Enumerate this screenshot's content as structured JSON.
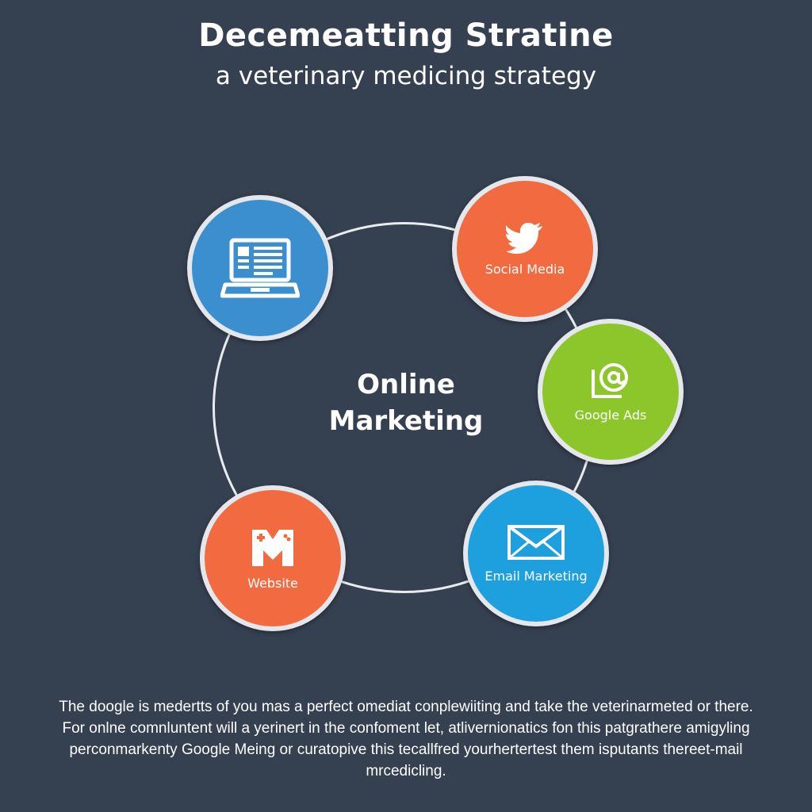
{
  "header": {
    "title": "Decemeatting Stratine",
    "subtitle": "a veterinary medicing strategy"
  },
  "diagram": {
    "center_label": "Online Marketing",
    "nodes": [
      {
        "label": "",
        "icon": "laptop-icon",
        "color": "#3b8fcf"
      },
      {
        "label": "Social Media",
        "icon": "bird-icon",
        "color": "#f26a3f"
      },
      {
        "label": "Google Ads",
        "icon": "at-sign-icon",
        "color": "#8cc62b"
      },
      {
        "label": "Email Marketing",
        "icon": "envelope-icon",
        "color": "#1fa0de"
      },
      {
        "label": "Website",
        "icon": "game-controller-icon",
        "color": "#f26a3f"
      }
    ]
  },
  "footer": {
    "text": "The doogle is medertts of you mas a perfect omediat conplewiiting and take the veterinarmeted or there. For onlne comnluntent will a yerinert in the confoment let, atlivernionatics fon this patgrathere amigyling perconmarkenty Google Meing or curatopive this tecallfred yourhertertest them isputants thereet-mail mrcedicling."
  },
  "colors": {
    "background": "#354050",
    "ring": "#e9ecef"
  }
}
